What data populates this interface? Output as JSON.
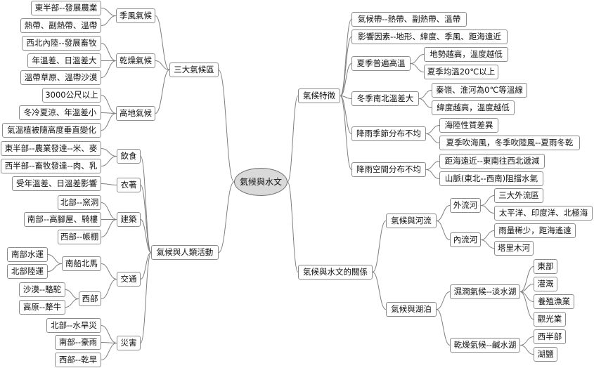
{
  "root": "氣候與水文",
  "left": {
    "climate_types": {
      "label": "三大氣候區",
      "monsoon": {
        "label": "季風氣候",
        "items": [
          "東半部--發展農業",
          "熱帶、副熱帶、溫帶"
        ]
      },
      "arid": {
        "label": "乾燥氣候",
        "items": [
          "西北內陸--發展畜牧",
          "年溫差、日溫差大",
          "溫帶草原、溫帶沙漠"
        ]
      },
      "highland": {
        "label": "高地氣候",
        "items": [
          "3000公尺以上",
          "冬冷夏涼、年溫差小",
          "氣溫植被隨高度垂直變化"
        ]
      }
    },
    "human_activities": {
      "label": "氣候與人類活動",
      "diet": {
        "label": "飲食",
        "items": [
          "東半部--農業發達--米、麥",
          "西半部--畜牧發達--肉、乳"
        ]
      },
      "clothing": {
        "label": "衣著",
        "items": [
          "受年溫差、日溫差影響"
        ]
      },
      "housing": {
        "label": "建築",
        "items": [
          "北部--窯洞",
          "南部--高腳屋、騎樓",
          "西部--帳棚"
        ]
      },
      "transport": {
        "label": "交通",
        "north_south": {
          "label": "南船北馬",
          "items": [
            "南部水運",
            "北部陸運"
          ]
        },
        "west": {
          "label": "西部",
          "items": [
            "沙漠--駱駝",
            "高原--犛牛"
          ]
        }
      },
      "disaster": {
        "label": "災害",
        "items": [
          "北部--水旱災",
          "南部--豪雨",
          "西部--乾旱"
        ]
      }
    }
  },
  "right": {
    "features": {
      "label": "氣候特徵",
      "belt": "氣候帶--熱帶、副熱帶、溫帶",
      "factors": "影響因素--地形、緯度、季風、距海遠近",
      "summer": {
        "label": "夏季普遍高溫",
        "items": [
          "地勢越高，溫度越低",
          "夏季均溫20℃以上"
        ]
      },
      "winter": {
        "label": "冬季南北溫差大",
        "items": [
          "秦嶺、淮河為0℃等溫線",
          "緯度越高，溫度越低"
        ]
      },
      "rain_season": {
        "label": "降雨季節分布不均",
        "items": [
          "海陸性質差異",
          "夏季吹海風，冬季吹陸風--夏雨冬乾"
        ]
      },
      "rain_space": {
        "label": "降雨空間分布不均",
        "items": [
          "距海遠近--東南往西北遞減",
          "山脈(東北--西南)阻擋水氣"
        ]
      }
    },
    "relation": {
      "label": "氣候與水文的關係",
      "rivers": {
        "label": "氣候與河流",
        "exo": {
          "label": "外流河",
          "items": [
            "三大外流區",
            "太平洋、印度洋、北極海"
          ]
        },
        "endo": {
          "label": "內流河",
          "items": [
            "雨量稀少，距海遙遠",
            "塔里木河"
          ]
        }
      },
      "lakes": {
        "label": "氣候與湖泊",
        "fresh": {
          "label": "濕潤氣候--淡水湖",
          "items": [
            "東部",
            "灌溉",
            "養殖漁業",
            "觀光業"
          ]
        },
        "salt": {
          "label": "乾燥氣候--鹹水湖",
          "items": [
            "西半部",
            "湖鹽"
          ]
        }
      }
    }
  }
}
